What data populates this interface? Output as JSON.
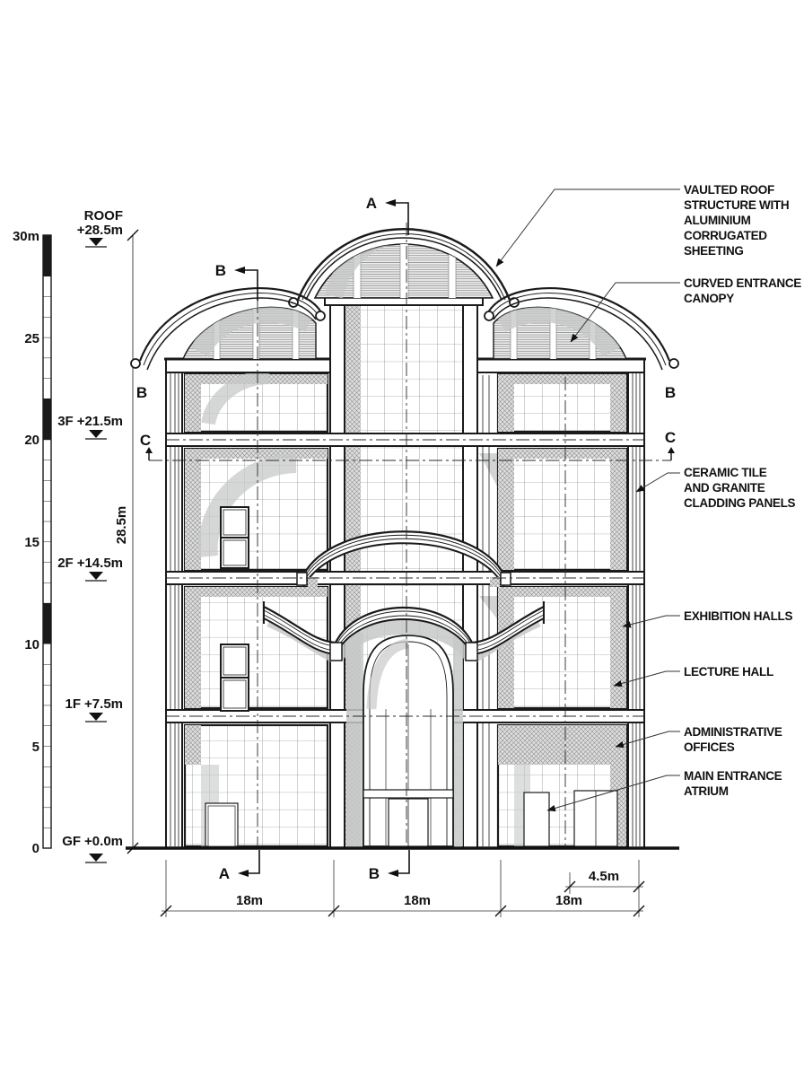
{
  "drawing": {
    "scale_bar": {
      "top_label": "30m",
      "ticks": [
        "25",
        "20",
        "15",
        "10",
        "5",
        "0"
      ]
    },
    "levels": [
      {
        "label": "ROOF",
        "elevation": "+28.5m"
      },
      {
        "label": "3F",
        "elevation": "+21.5m"
      },
      {
        "label": "2F",
        "elevation": "+14.5m"
      },
      {
        "label": "1F",
        "elevation": "+7.5m"
      },
      {
        "label": "GF",
        "elevation": "+0.0m"
      }
    ],
    "overall_height": "28.5m",
    "annotations": [
      {
        "lines": [
          "VAULTED ROOF",
          "STRUCTURE WITH",
          "ALUMINIUM",
          "CORRUGATED",
          "SHEETING"
        ]
      },
      {
        "lines": [
          "CURVED ENTRANCE",
          "CANOPY"
        ]
      },
      {
        "lines": [
          "CERAMIC TILE",
          "AND GRANITE",
          "CLADDING PANELS"
        ]
      },
      {
        "lines": [
          "EXHIBITION HALLS"
        ]
      },
      {
        "lines": [
          "LECTURE HALL"
        ]
      },
      {
        "lines": [
          "ADMINISTRATIVE",
          "OFFICES"
        ]
      },
      {
        "lines": [
          "MAIN ENTRANCE",
          "ATRIUM"
        ]
      }
    ],
    "bottom_dimensions": [
      "18m",
      "18m",
      "18m"
    ],
    "sub_dimension": "4.5m",
    "section_markers": {
      "a": "A",
      "b": "B",
      "c": "C"
    },
    "colors": {
      "line": "#1a1a1a",
      "shade": "#c7c9c8",
      "hatch_bg": "#dedede"
    }
  }
}
